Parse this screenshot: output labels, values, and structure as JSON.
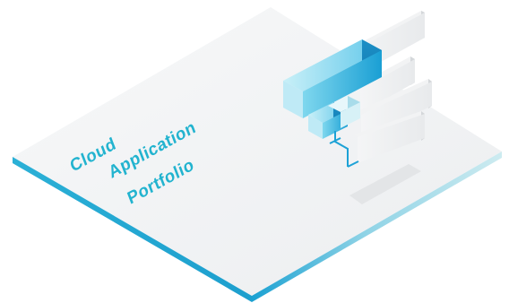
{
  "illustration": {
    "title_lines": [
      "Cloud",
      "Application",
      "Portfolio"
    ],
    "colors": {
      "text_accent": "#22b3cf",
      "platform_top": "#f4f5f6",
      "platform_edge_left": "#1ea7d3",
      "platform_edge_right": "#bfe3ea",
      "bar_blue_light": "#9adff0",
      "bar_blue_dark": "#1da2d6",
      "bar_gray_top": "#f0f1f2",
      "bar_gray_side": "#d9dbdd",
      "connector": "#1da2d6"
    }
  }
}
